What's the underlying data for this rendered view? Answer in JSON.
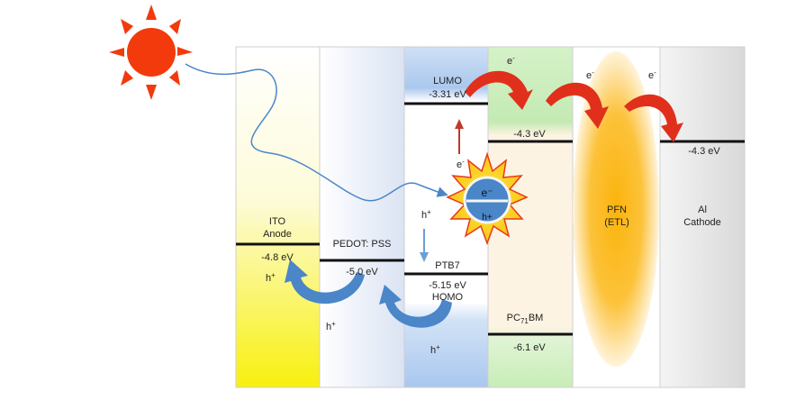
{
  "layers": [
    {
      "id": "ito",
      "name_lines": [
        "ITO",
        "Anode"
      ],
      "energy": "-4.8 eV"
    },
    {
      "id": "pedot",
      "name_lines": [
        "PEDOT: PSS"
      ],
      "energy": "-5.0 eV"
    },
    {
      "id": "ptb7",
      "name_lines": [
        "PTB7"
      ],
      "lumo_label": "LUMO",
      "lumo_energy": "-3.31 eV",
      "homo_label": "HOMO",
      "homo_energy": "-5.15 eV"
    },
    {
      "id": "pcbm",
      "name_prefix": "PC",
      "name_sub": "71",
      "name_suffix": "BM",
      "lumo_energy": "-4.3 eV",
      "homo_energy": "-6.1 eV"
    },
    {
      "id": "pfn",
      "name_lines": [
        "PFN",
        "(ETL)"
      ]
    },
    {
      "id": "al",
      "name_lines": [
        "Al",
        "Cathode"
      ],
      "energy": "-4.3 eV"
    }
  ],
  "carriers": {
    "electron": "e",
    "electron_sup": "-",
    "hole": "h",
    "hole_sup": "+",
    "exciton_electron": "e⁻",
    "exciton_hole": "h+"
  },
  "colors": {
    "arrow_red": "#e0301c",
    "arrow_blue": "#4a86c8",
    "sun": "#f23a0c",
    "ito_yellow": "#fbf321",
    "pfn_orange": "#fbb40c"
  }
}
